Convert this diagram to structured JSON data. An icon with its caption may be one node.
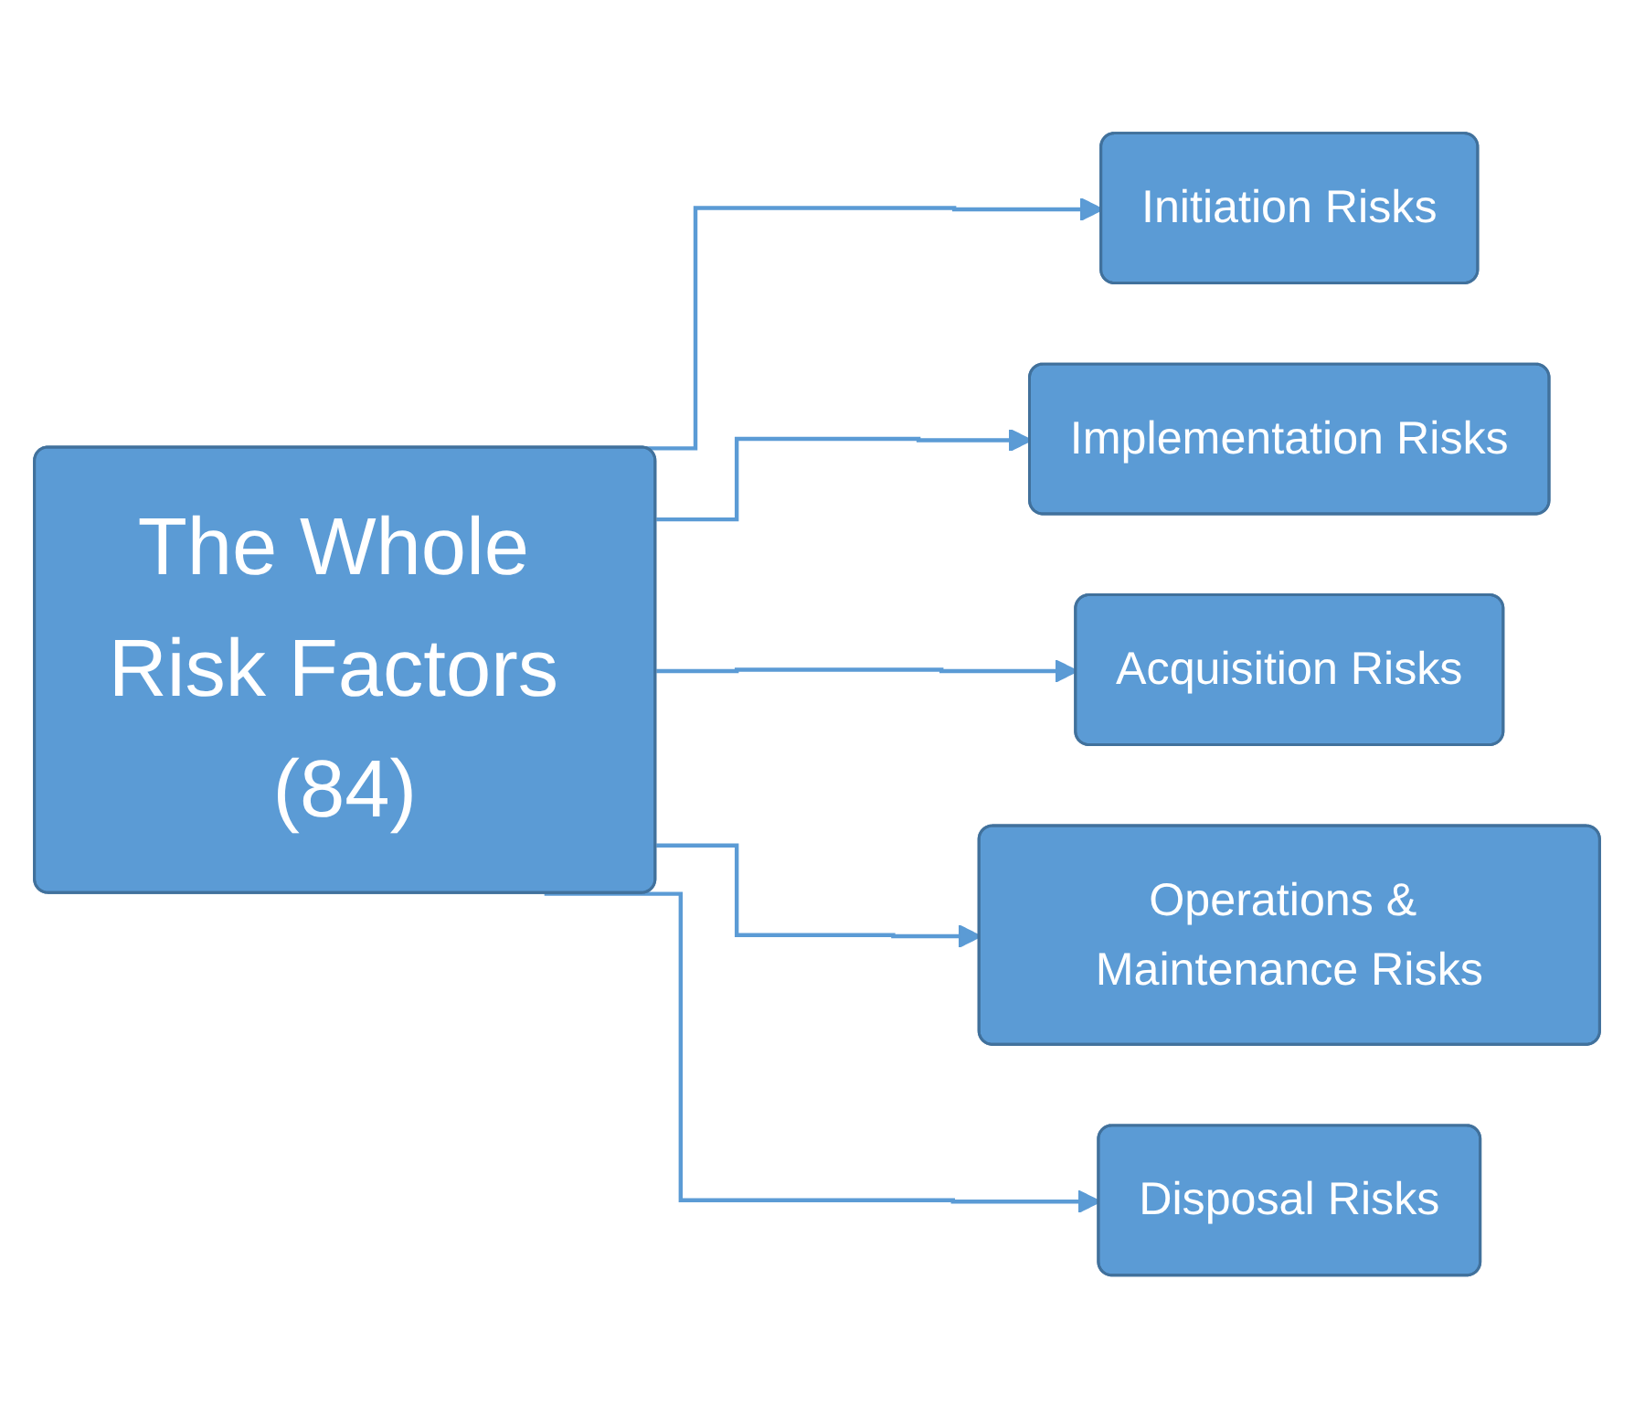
{
  "diagram": {
    "nodes": [
      {
        "text": [
          "The Whole Risk Factors (84)"
        ]
      },
      {
        "text": [
          "Initiation Risks"
        ]
      },
      {
        "text": [
          "Implementation Risks"
        ]
      },
      {
        "text": [
          "Acquisition Risks"
        ]
      },
      {
        "text": [
          "Operations & Maintenance Risks"
        ]
      },
      {
        "text": [
          "Disposal Risks"
        ]
      }
    ],
    "edges": [
      {
        "from": 0,
        "to": 1,
        "arrow": "to"
      },
      {
        "from": 0,
        "to": 2,
        "arrow": "to"
      },
      {
        "from": 0,
        "to": 3,
        "arrow": "to"
      },
      {
        "from": 0,
        "to": 4,
        "arrow": "to"
      },
      {
        "from": 0,
        "to": 5,
        "arrow": "to"
      }
    ]
  }
}
